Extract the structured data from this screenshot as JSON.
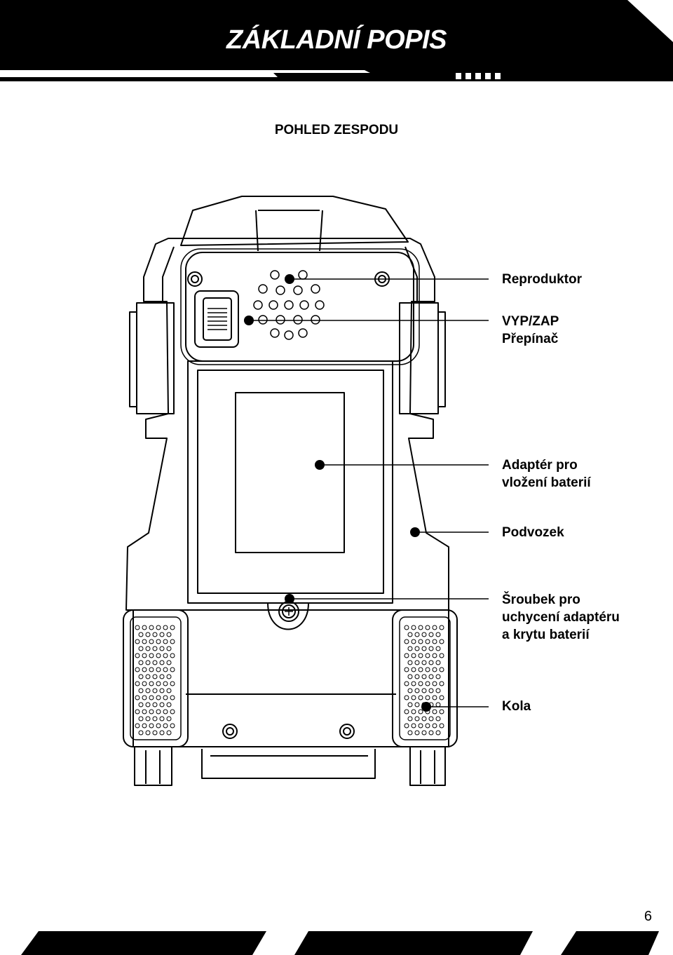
{
  "header": {
    "title": "ZÁKLADNÍ POPIS"
  },
  "section": {
    "title": "POHLED ZESPODU"
  },
  "callouts": {
    "speaker": {
      "lines": [
        "Reproduktor"
      ]
    },
    "switch": {
      "lines": [
        "VYP/ZAP",
        "Přepínač"
      ]
    },
    "battery_adapter": {
      "lines": [
        "Adaptér pro",
        "vložení baterií"
      ]
    },
    "chassis": {
      "lines": [
        "Podvozek"
      ]
    },
    "screw": {
      "lines": [
        "Šroubek pro",
        "uchycení adaptéru",
        "a krytu baterií"
      ]
    },
    "wheels": {
      "lines": [
        "Kola"
      ]
    }
  },
  "footer": {
    "page_number": "6"
  },
  "colors": {
    "ink": "#000000",
    "paper": "#ffffff"
  }
}
